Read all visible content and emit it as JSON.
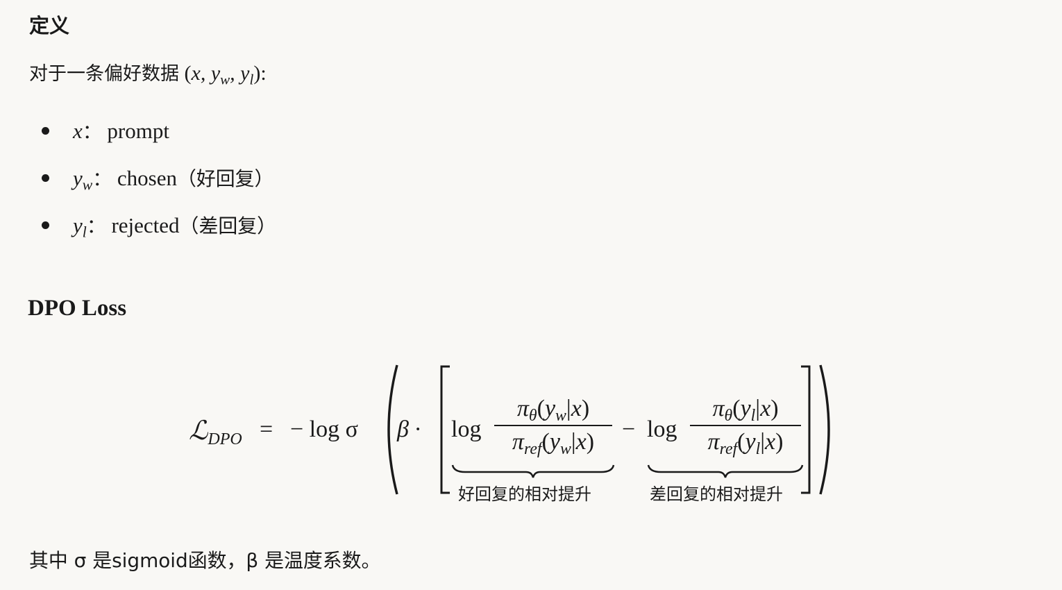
{
  "definition": {
    "heading": "定义",
    "intro_text": "对于一条偏好数据",
    "intro_tuple": "(x, y_w, y_l)",
    "intro_colon": ":",
    "items": [
      {
        "symbol": "x",
        "sub": "",
        "label": "prompt",
        "note": ""
      },
      {
        "symbol": "y",
        "sub": "w",
        "label": "chosen",
        "note": "（好回复）"
      },
      {
        "symbol": "y",
        "sub": "l",
        "label": "rejected",
        "note": "（差回复）"
      }
    ]
  },
  "loss": {
    "heading": "DPO Loss",
    "lhs": "ℒ",
    "lhs_sub": "DPO",
    "equals": "=",
    "neg_log_sigma": "− log σ",
    "beta_dot": "β ·",
    "term1": {
      "log": "log",
      "numerator": "π_θ(y_w|x)",
      "denominator": "π_ref(y_w|x)",
      "brace_label": "好回复的相对提升"
    },
    "minus": "−",
    "term2": {
      "log": "log",
      "numerator": "π_θ(y_l|x)",
      "denominator": "π_ref(y_l|x)",
      "brace_label": "差回复的相对提升"
    }
  },
  "footer": {
    "text": "其中 σ 是sigmoid函数，β 是温度系数。"
  }
}
